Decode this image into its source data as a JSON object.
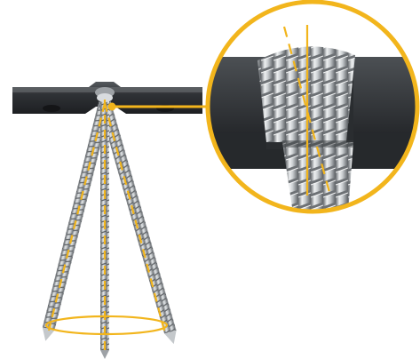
{
  "illustration": {
    "subject": "bone-plate-variable-angle-screw-fan",
    "colors": {
      "plate_dark": "#3a3d40",
      "plate_mid": "#5a5e62",
      "screw_light": "#d9dcdf",
      "screw_mid": "#a9adb1",
      "screw_dark": "#55595d",
      "guide": "#f2b51c",
      "background": "#ffffff"
    },
    "elements": {
      "screws": [
        "left-angled-screw",
        "center-screw",
        "right-angled-screw"
      ],
      "guides": [
        "dashed-axis-guides",
        "cone-ellipse",
        "callout-line"
      ],
      "magnifier": [
        "magnifier-circle",
        "zoomed-threaded-head"
      ]
    }
  }
}
